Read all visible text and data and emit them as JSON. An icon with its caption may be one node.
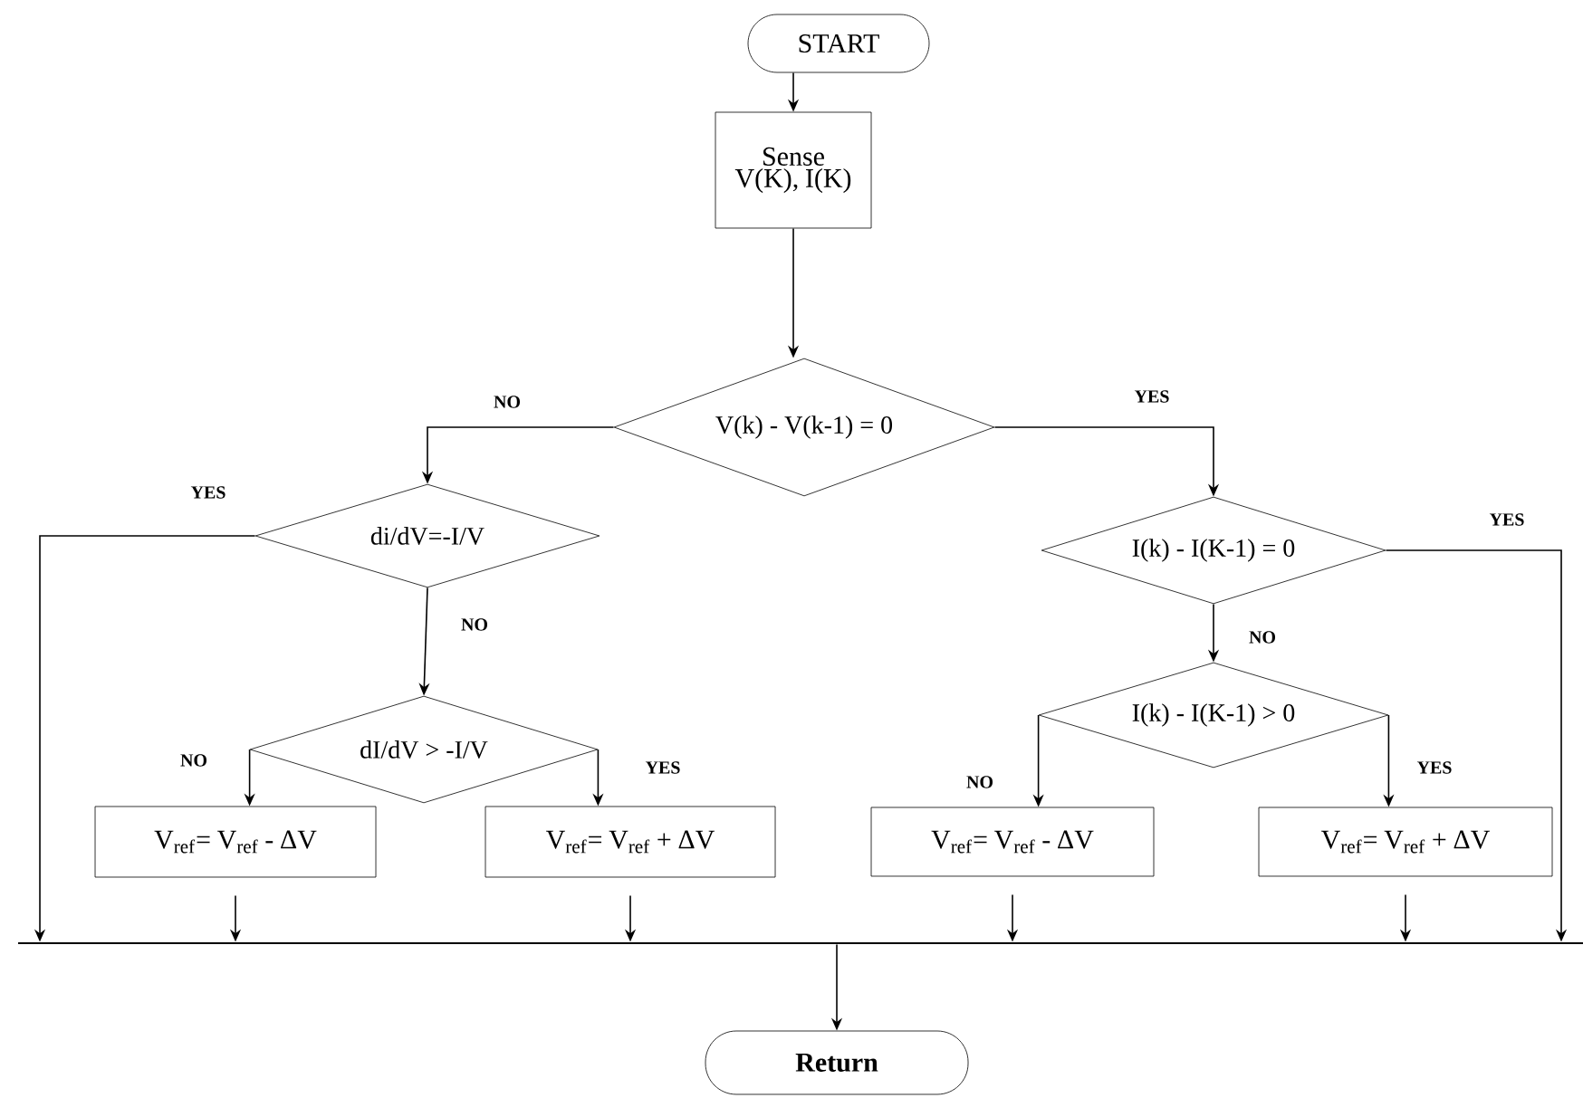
{
  "diagram": {
    "nodes": [
      {
        "text": [
          "START"
        ]
      },
      {
        "text": [
          "Sense V(K), I(K)"
        ]
      },
      {
        "text": [
          "V(k) - V(k-1) = 0"
        ]
      },
      {
        "text": [
          "di/dV=-I/V"
        ]
      },
      {
        "text": [
          "dI/dV > -I/V"
        ]
      },
      {
        "text": [
          "V$_{ref}$= V$_{ref}$ - ΔV"
        ]
      },
      {
        "text": [
          "V$_{ref}$= V$_{ref}$ + ΔV"
        ]
      },
      {
        "text": [
          "I(k) - I(K-1) = 0"
        ]
      },
      {
        "text": [
          "I(k) - I(K-1) > 0"
        ]
      },
      {
        "text": [
          "V$_{ref}$= V$_{ref}$ - ΔV"
        ]
      },
      {
        "text": [
          "V$_{ref}$= V$_{ref}$ + ΔV"
        ]
      },
      {
        "text": [],
        "shape": "bar"
      },
      {
        "text": [
          "Return"
        ]
      }
    ],
    "edges": [
      {
        "from": 0,
        "to": 1,
        "arrow": "to"
      },
      {
        "from": 1,
        "to": 2,
        "arrow": "to"
      },
      {
        "from": 2,
        "to": 3,
        "arrow": "to",
        "label": "NO"
      },
      {
        "from": 2,
        "to": 7,
        "arrow": "to",
        "label": "YES"
      },
      {
        "from": 3,
        "to": 11,
        "arrow": "to",
        "label": "YES"
      },
      {
        "from": 3,
        "to": 4,
        "arrow": "to",
        "label": "NO"
      },
      {
        "from": 4,
        "to": 5,
        "arrow": "to",
        "label": "NO"
      },
      {
        "from": 4,
        "to": 6,
        "arrow": "to",
        "label": "YES"
      },
      {
        "from": 7,
        "to": 11,
        "arrow": "to",
        "label": "YES"
      },
      {
        "from": 7,
        "to": 8,
        "arrow": "to",
        "label": "NO"
      },
      {
        "from": 8,
        "to": 9,
        "arrow": "to",
        "label": "NO"
      },
      {
        "from": 8,
        "to": 10,
        "arrow": "to",
        "label": "YES"
      },
      {
        "from": 5,
        "to": 11,
        "arrow": "to"
      },
      {
        "from": 6,
        "to": 11,
        "arrow": "to"
      },
      {
        "from": 9,
        "to": 11,
        "arrow": "to"
      },
      {
        "from": 10,
        "to": 11,
        "arrow": "to"
      },
      {
        "from": 11,
        "to": 12,
        "arrow": "to"
      }
    ]
  }
}
